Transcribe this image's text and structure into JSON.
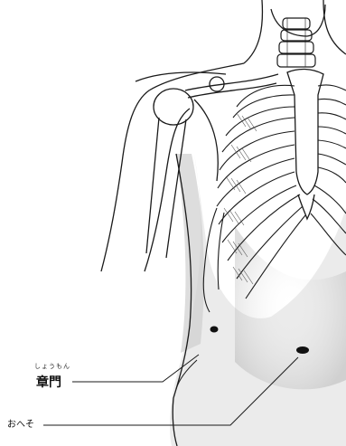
{
  "figure": {
    "point": {
      "ruby": "しょうもん",
      "name": "章門"
    },
    "navel_label": "おへそ"
  },
  "colors": {
    "ink": "#1a1a1a",
    "shade": "#9a9a9a",
    "background": "#ffffff"
  }
}
